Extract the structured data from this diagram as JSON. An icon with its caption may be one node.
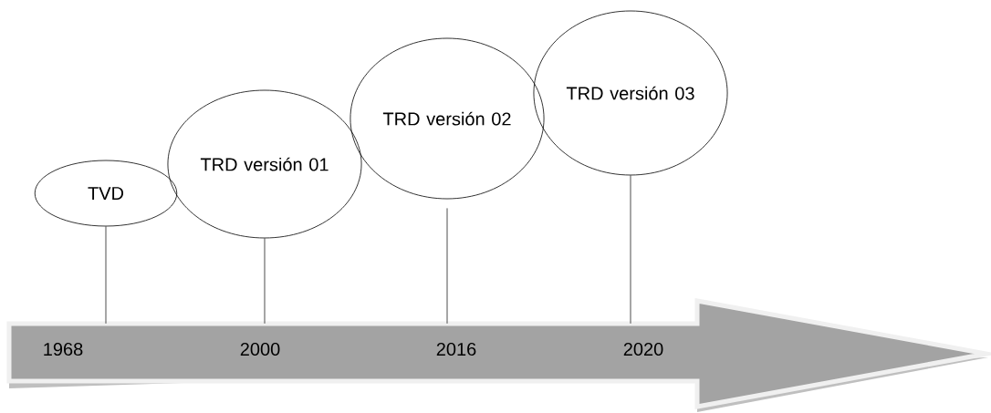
{
  "diagram": {
    "nodes": [
      {
        "text": [
          "TVD"
        ]
      },
      {
        "text": [
          "TRD versión 01"
        ]
      },
      {
        "text": [
          "TRD versión 02"
        ]
      },
      {
        "text": [
          "TRD versión 03"
        ]
      },
      {
        "text": [
          "1968",
          "2000",
          "2016",
          "2020"
        ]
      }
    ],
    "edges": [
      {
        "from": 0,
        "to": 4,
        "arrow": "none"
      },
      {
        "from": 1,
        "to": 4,
        "arrow": "none"
      },
      {
        "from": 2,
        "to": 4,
        "arrow": "none"
      },
      {
        "from": 3,
        "to": 4,
        "arrow": "none"
      }
    ]
  }
}
